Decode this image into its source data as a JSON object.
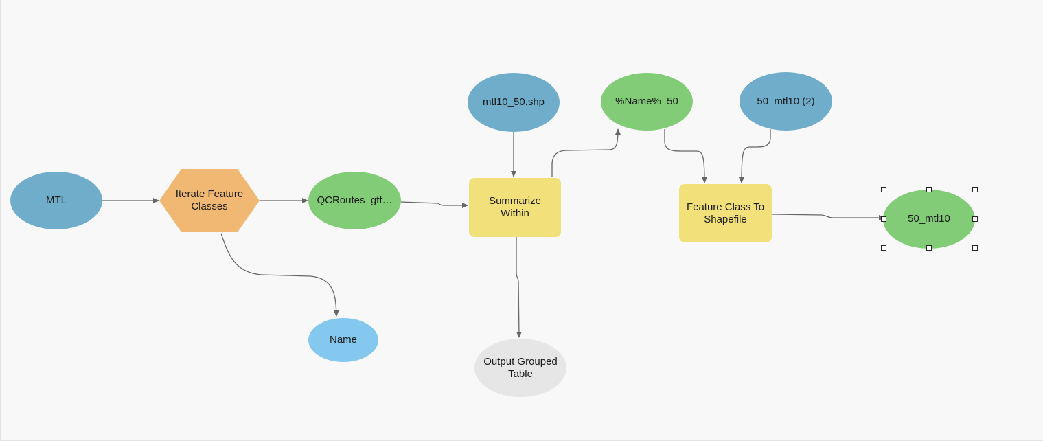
{
  "diagram": {
    "colors": {
      "data_input": "#6fadcb",
      "derived_data": "#82cc78",
      "tool": "#f2e17a",
      "iterator": "#f0b873",
      "variable": "#85c8ef",
      "output_table": "#e6e6e6",
      "connector": "#666666",
      "background": "#f8f8f8"
    },
    "nodes": {
      "mtl": {
        "label": "MTL",
        "kind": "data",
        "icon": "ellipse"
      },
      "iterate": {
        "label": "Iterate Feature Classes",
        "kind": "iterator",
        "icon": "hexagon"
      },
      "qcroutes": {
        "label": "QCRoutes_gtf…",
        "kind": "derived",
        "icon": "ellipse"
      },
      "name": {
        "label": "Name",
        "kind": "variable",
        "icon": "ellipse"
      },
      "mtl10_shp": {
        "label": "mtl10_50.shp",
        "kind": "data",
        "icon": "ellipse"
      },
      "summarize": {
        "label": "Summarize Within",
        "kind": "tool",
        "icon": "rounded-rect"
      },
      "output_table": {
        "label": "Output Grouped Table",
        "kind": "output",
        "icon": "ellipse"
      },
      "name50": {
        "label": "%Name%_50",
        "kind": "derived",
        "icon": "ellipse"
      },
      "mtl10_2": {
        "label": "50_mtl10 (2)",
        "kind": "data",
        "icon": "ellipse"
      },
      "fc_to_shp": {
        "label": "Feature Class To Shapefile",
        "kind": "tool",
        "icon": "rounded-rect"
      },
      "out_50_mtl10": {
        "label": "50_mtl10",
        "kind": "derived",
        "icon": "ellipse",
        "selected": true
      }
    },
    "connections": [
      {
        "from": "MTL",
        "to": "Iterate Feature Classes"
      },
      {
        "from": "Iterate Feature Classes",
        "to": "QCRoutes_gtf…"
      },
      {
        "from": "Iterate Feature Classes",
        "to": "Name"
      },
      {
        "from": "QCRoutes_gtf…",
        "to": "Summarize Within"
      },
      {
        "from": "mtl10_50.shp",
        "to": "Summarize Within"
      },
      {
        "from": "Summarize Within",
        "to": "%Name%_50"
      },
      {
        "from": "Summarize Within",
        "to": "Output Grouped Table"
      },
      {
        "from": "%Name%_50",
        "to": "Feature Class To Shapefile"
      },
      {
        "from": "50_mtl10 (2)",
        "to": "Feature Class To Shapefile"
      },
      {
        "from": "Feature Class To Shapefile",
        "to": "50_mtl10"
      }
    ]
  }
}
